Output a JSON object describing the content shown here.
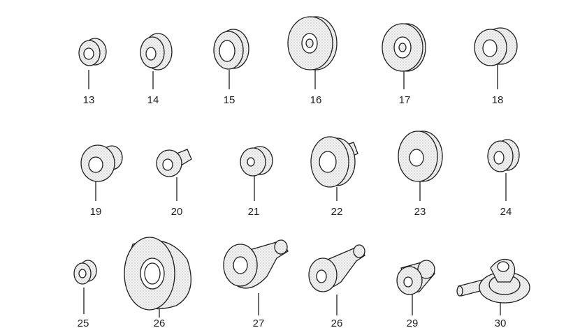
{
  "parts": [
    {
      "id": "p13",
      "label": "13"
    },
    {
      "id": "p14",
      "label": "14"
    },
    {
      "id": "p15",
      "label": "15"
    },
    {
      "id": "p16",
      "label": "16"
    },
    {
      "id": "p17",
      "label": "17"
    },
    {
      "id": "p18",
      "label": "18"
    },
    {
      "id": "p19",
      "label": "19"
    },
    {
      "id": "p20",
      "label": "20"
    },
    {
      "id": "p21",
      "label": "21"
    },
    {
      "id": "p22",
      "label": "22"
    },
    {
      "id": "p23",
      "label": "23"
    },
    {
      "id": "p24",
      "label": "24"
    },
    {
      "id": "p25",
      "label": "25"
    },
    {
      "id": "p26a",
      "label": "26"
    },
    {
      "id": "p27",
      "label": "27"
    },
    {
      "id": "p26b",
      "label": "26"
    },
    {
      "id": "p29",
      "label": "29"
    },
    {
      "id": "p30",
      "label": "30"
    }
  ]
}
